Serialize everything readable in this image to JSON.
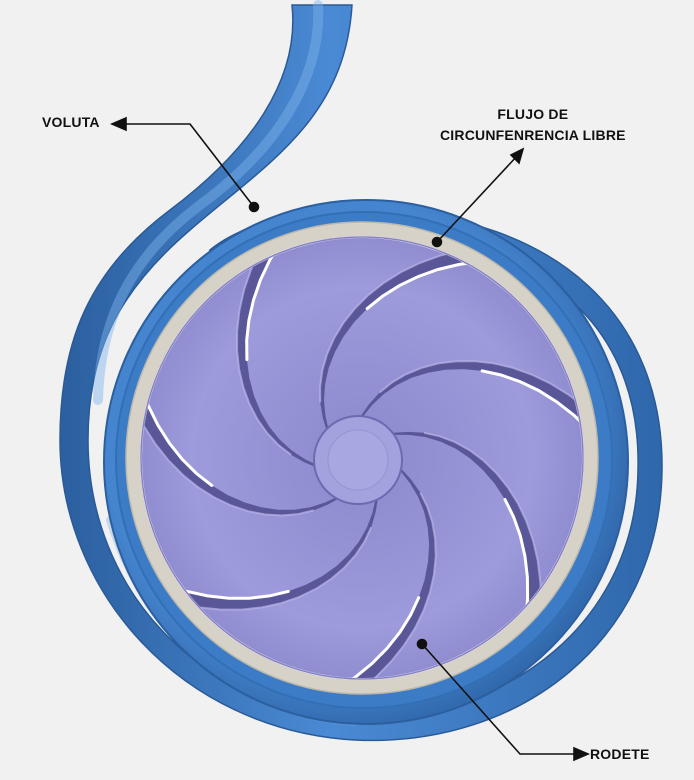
{
  "labels": {
    "voluta": "VOLUTA",
    "flujo_line1": "FLUJO DE",
    "flujo_line2": "CIRCUNFENRENCIA LIBRE",
    "rodete": "RODETE"
  },
  "colors": {
    "background": "#f1f1f1",
    "volute_blue": "#3f7fc8",
    "volute_blue_dark": "#2b5f9f",
    "volute_blue_light": "#6aa3e0",
    "clearance_ring": "#d6d2c8",
    "impeller_purple": "#9a98d6",
    "impeller_purple_dark": "#6e6bb4",
    "impeller_purple_light": "#b8b6e8",
    "callout": "#111111"
  },
  "icons": {
    "impeller_blades": 7
  }
}
